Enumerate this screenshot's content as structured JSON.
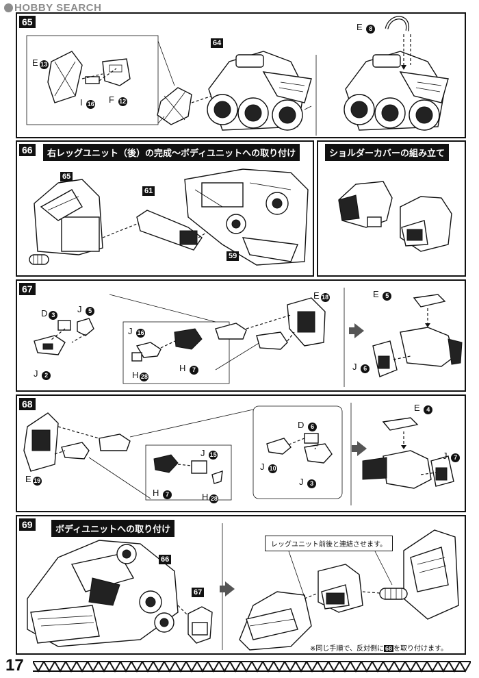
{
  "watermark": "HOBBY SEARCH",
  "page_number": "17",
  "step65": {
    "step": "65",
    "parts": [
      {
        "letter": "E",
        "num": "13"
      },
      {
        "letter": "I",
        "num": "16"
      },
      {
        "letter": "F",
        "num": "12"
      },
      {
        "letter": "E",
        "num": "8"
      }
    ],
    "ref": "64"
  },
  "step66": {
    "step": "66",
    "title": "右レッグユニット（後）の完成〜ボディユニットへの取り付け",
    "refs": [
      "65",
      "61",
      "59"
    ]
  },
  "shoulder": {
    "title": "ショルダーカバーの組み立て"
  },
  "step67": {
    "step": "67",
    "parts": [
      {
        "letter": "D",
        "num": "3"
      },
      {
        "letter": "J",
        "num": "5"
      },
      {
        "letter": "J",
        "num": "2"
      },
      {
        "letter": "E",
        "num": "18"
      },
      {
        "letter": "J",
        "num": "16"
      },
      {
        "letter": "H",
        "num": "28"
      },
      {
        "letter": "H",
        "num": "7"
      },
      {
        "letter": "E",
        "num": "5"
      },
      {
        "letter": "J",
        "num": "6"
      }
    ]
  },
  "step68": {
    "step": "68",
    "parts": [
      {
        "letter": "E",
        "num": "19"
      },
      {
        "letter": "J",
        "num": "15"
      },
      {
        "letter": "H",
        "num": "7"
      },
      {
        "letter": "H",
        "num": "28"
      },
      {
        "letter": "D",
        "num": "6"
      },
      {
        "letter": "J",
        "num": "10"
      },
      {
        "letter": "J",
        "num": "3"
      },
      {
        "letter": "E",
        "num": "4"
      },
      {
        "letter": "J",
        "num": "7"
      }
    ]
  },
  "step69": {
    "step": "69",
    "title": "ボディユニットへの取り付け",
    "refs": [
      "66",
      "67"
    ],
    "callout": "レッグユニット前後と連結させます。",
    "note_pre": "※同じ手順で、反対側に",
    "note_ref": "68",
    "note_post": "を取り付けます。"
  }
}
